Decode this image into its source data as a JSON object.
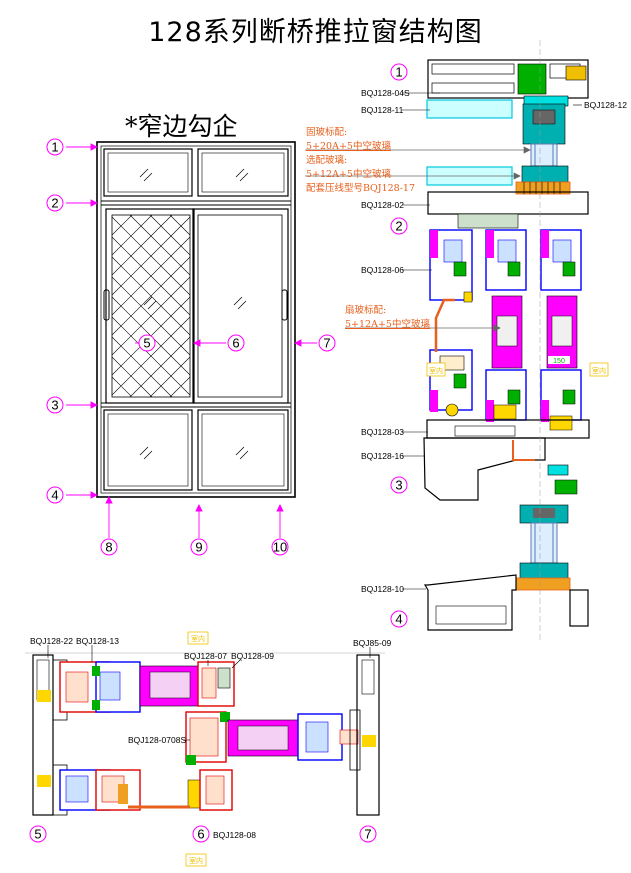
{
  "title": "128系列断桥推拉窗结构图",
  "subtitle": "*窄边勾企",
  "callout_numbers": [
    "1",
    "2",
    "3",
    "4",
    "5",
    "6",
    "7",
    "8",
    "9",
    "10"
  ],
  "profile_labels": {
    "p04s": "BQJ128-04S",
    "p11": "BQJ128-11",
    "p12": "BQJ128-12",
    "p02": "BQJ128-02",
    "p06": "BQJ128-06",
    "p03": "BQJ128-03",
    "p16": "BQJ128-16",
    "p10": "BQJ128-10",
    "p22": "BQJ128-22",
    "p13": "BQJ128-13",
    "p07": "BQJ128-07",
    "p09": "BQJ128-09",
    "p0708s": "BQJ128-0708S",
    "p08": "BQJ128-08",
    "p85_09": "BQJ85-09"
  },
  "notes": {
    "fixed_glass_title": "固玻标配:",
    "fixed_glass_spec": "5+20A+5中空玻璃",
    "optional_glass_title": "选配玻璃:",
    "optional_glass_spec": "5+12A+5中空玻璃",
    "optional_bead": "配套压线型号BQJ128-17",
    "sash_glass_title": "扇玻标配:",
    "sash_glass_spec": "5+12A+5中空玻璃"
  },
  "indoor_label": "室内",
  "dimension_150": "150",
  "colors": {
    "magenta": "#ff00ff",
    "blue": "#0000ff",
    "green": "#00b000",
    "cyan": "#00e0e0",
    "orange": "#e8601c",
    "yellow": "#f0c000",
    "red": "#e00000"
  }
}
